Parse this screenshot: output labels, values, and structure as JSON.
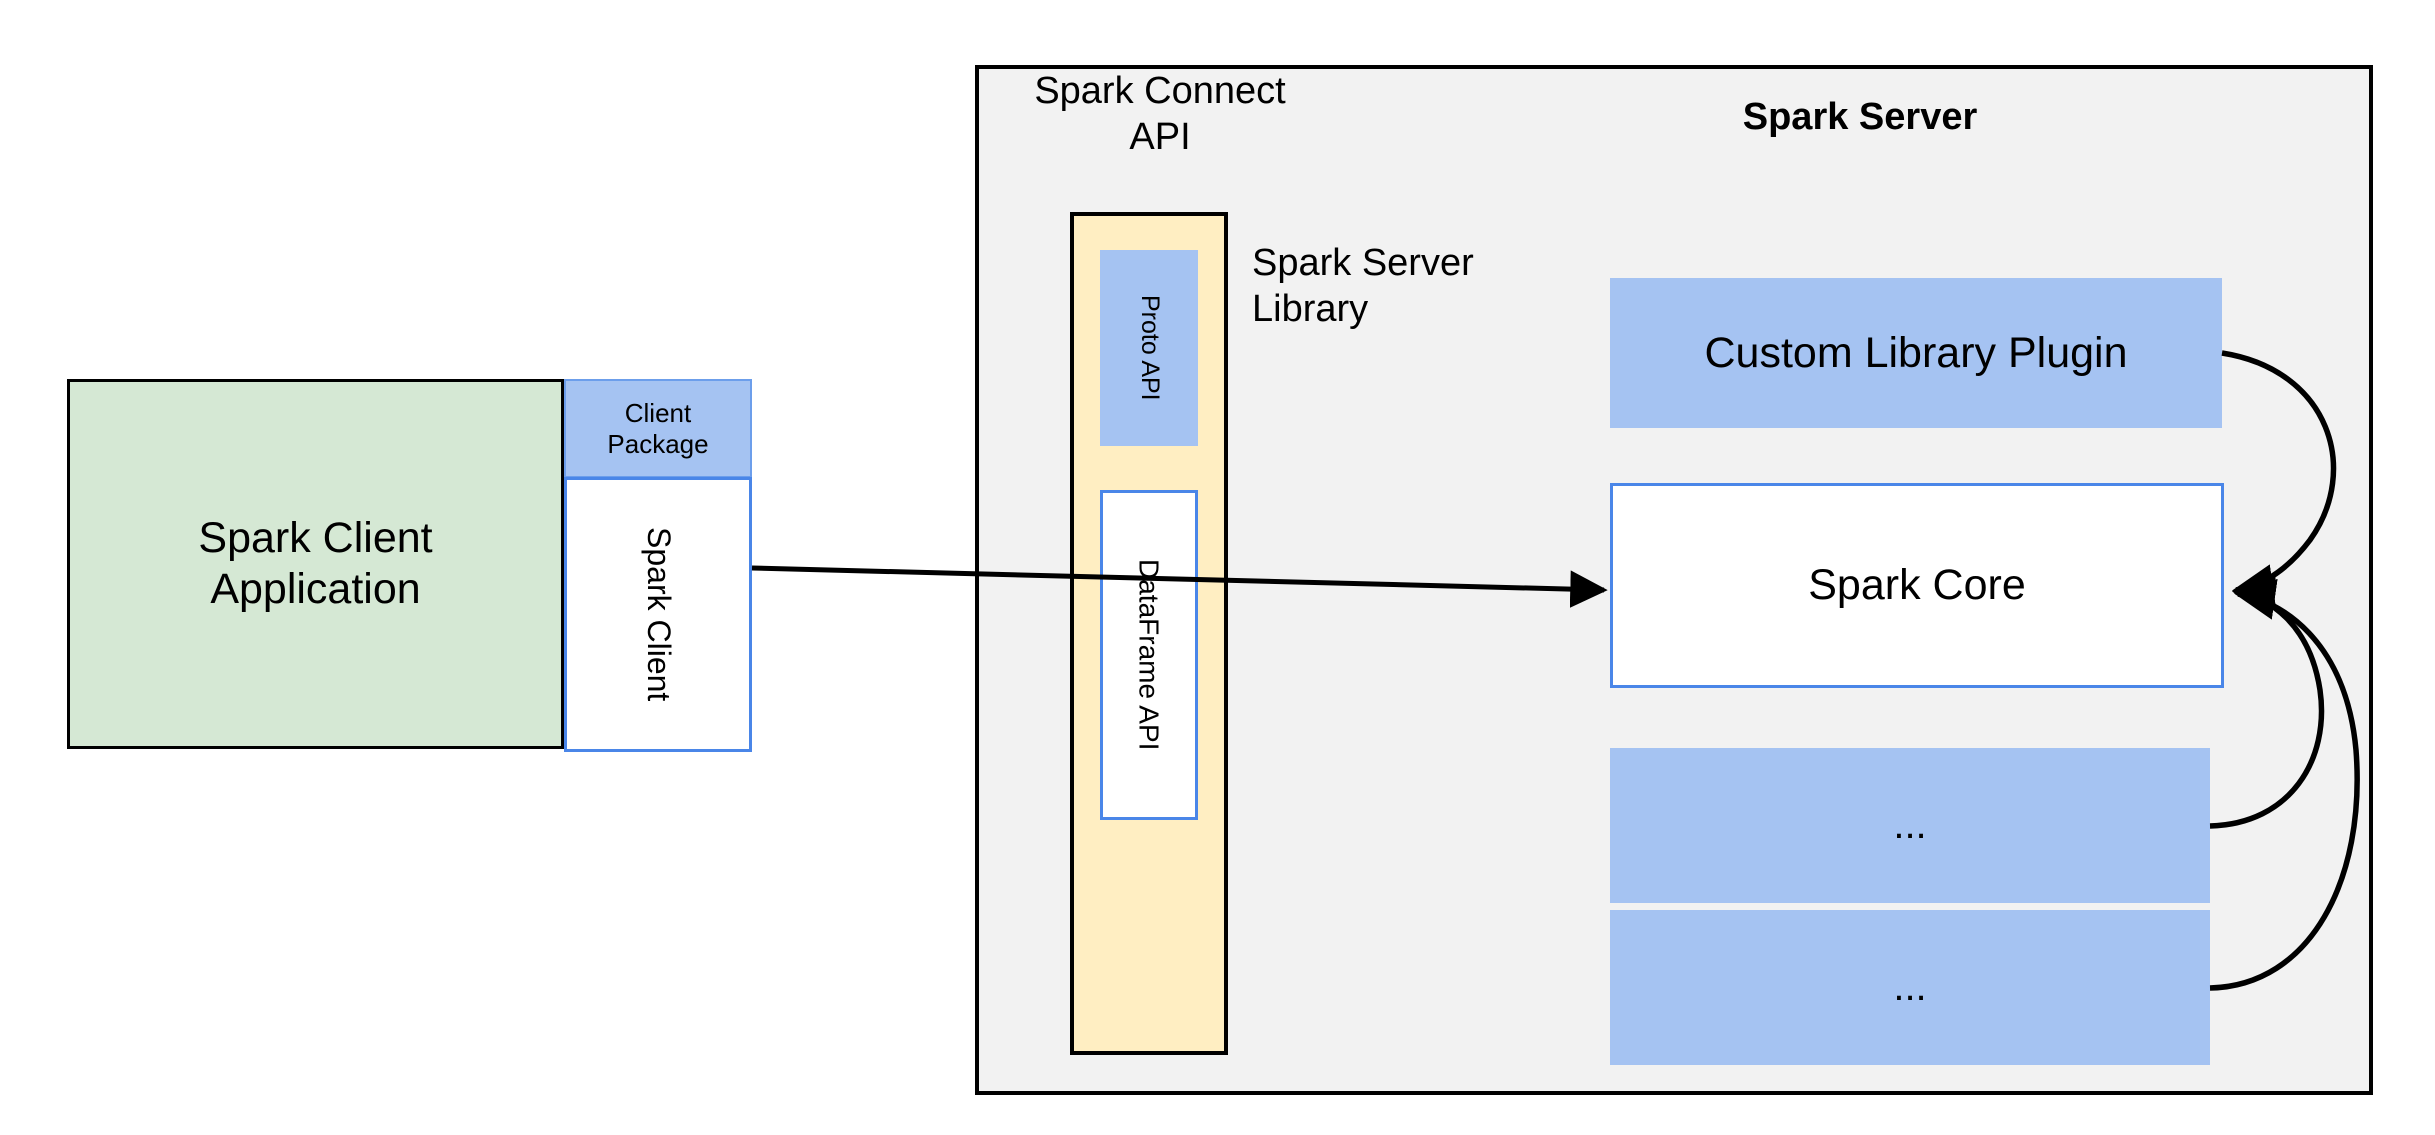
{
  "diagram": {
    "title": "Spark Connect architecture",
    "colors": {
      "client_app_fill": "#d5e8d4",
      "blue_fill": "#a5c3f2",
      "blue_border": "#4a86e8",
      "cream_fill": "#ffeec2",
      "panel_fill": "#f2f2f2",
      "panel_border": "#000000",
      "white_fill": "#ffffff",
      "connector_stroke": "#000000"
    },
    "client": {
      "application_label": "Spark Client\nApplication",
      "application_line1": "Spark Client",
      "application_line2": "Application",
      "package_label": "Client\nPackage",
      "package_line1": "Client",
      "package_line2": "Package",
      "spark_client_label": "Spark Client"
    },
    "server_panel": {
      "connect_api_title_line1": "Spark Connect",
      "connect_api_title_line2": "API",
      "server_title": "Spark Server",
      "server_library_line1": "Spark Server",
      "server_library_line2": "Library",
      "connect_column": {
        "proto_api_label": "Proto API",
        "dataframe_api_label": "DataFrame API"
      },
      "blocks": [
        {
          "label": "Custom Library Plugin",
          "kind": "plugin"
        },
        {
          "label": "Spark Core",
          "kind": "core"
        },
        {
          "label": "...",
          "kind": "more"
        },
        {
          "label": "...",
          "kind": "more"
        }
      ]
    },
    "connectors": [
      {
        "from": "spark-client",
        "to": "spark-core",
        "style": "straight-arrow"
      },
      {
        "from": "custom-library-plugin",
        "to": "spark-core",
        "style": "curved-arrow"
      },
      {
        "from": "ellipsis-box-1",
        "to": "spark-core",
        "style": "curved-arrow"
      },
      {
        "from": "ellipsis-box-2",
        "to": "spark-core",
        "style": "curved-arrow"
      }
    ]
  }
}
